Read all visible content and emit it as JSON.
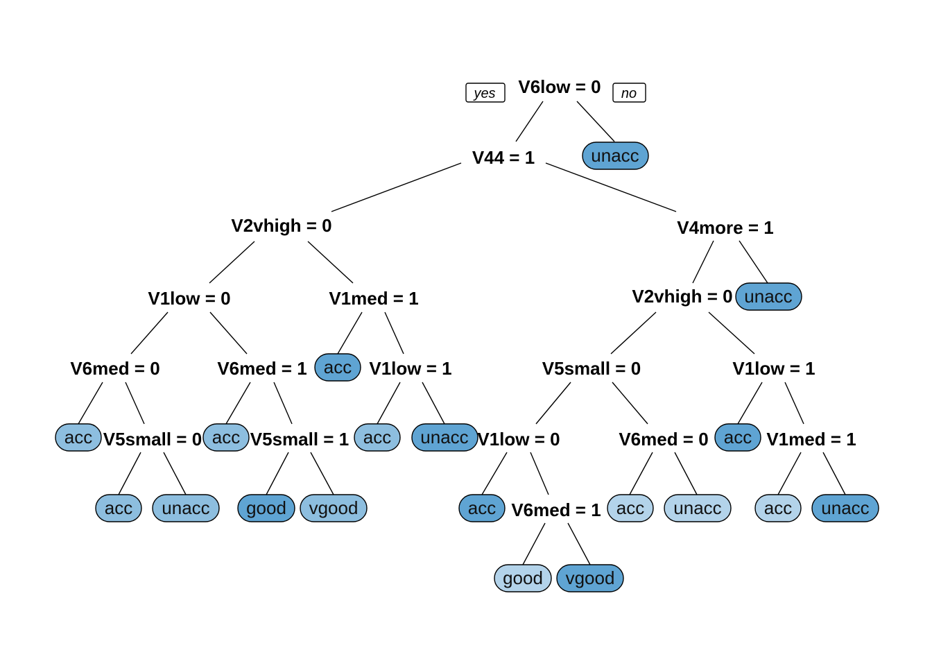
{
  "tree": {
    "legend": {
      "yes_label": "yes",
      "no_label": "no"
    },
    "palette": {
      "leaf_dark": "#5fa4d3",
      "leaf_mid": "#8dbedf",
      "leaf_light": "#b3d3ea"
    },
    "nodes": {
      "root": "V6low = 0",
      "n_v44": "V44 = 1",
      "n_v2vhigh_a": "V2vhigh = 0",
      "n_v4more": "V4more = 1",
      "n_v1low_a": "V1low = 0",
      "n_v1med_a": "V1med = 1",
      "n_v2vhigh_b": "V2vhigh = 0",
      "n_v6med_a": "V6med = 0",
      "n_v6med_b": "V6med = 1",
      "n_v1low_b": "V1low = 1",
      "n_v5small_a": "V5small = 0",
      "n_v1low_c": "V1low = 1",
      "n_v5small_b": "V5small = 0",
      "n_v5small_c": "V5small = 1",
      "n_v1low_d": "V1low = 0",
      "n_v6med_c": "V6med = 0",
      "n_v1med_b": "V1med = 1",
      "n_v6med_d": "V6med = 1"
    },
    "leaves": {
      "l_unacc_1": "unacc",
      "l_unacc_2": "unacc",
      "l_acc_1": "acc",
      "l_acc_2": "acc",
      "l_acc_3": "acc",
      "l_unacc_3": "unacc",
      "l_acc_4": "acc",
      "l_acc_5": "acc",
      "l_unacc_4": "unacc",
      "l_good_1": "good",
      "l_vgood_1": "vgood",
      "l_acc_6": "acc",
      "l_acc_7": "acc",
      "l_unacc_5": "unacc",
      "l_acc_8": "acc",
      "l_acc_9": "acc",
      "l_unacc_6": "unacc",
      "l_good_2": "good",
      "l_vgood_2": "vgood"
    }
  }
}
